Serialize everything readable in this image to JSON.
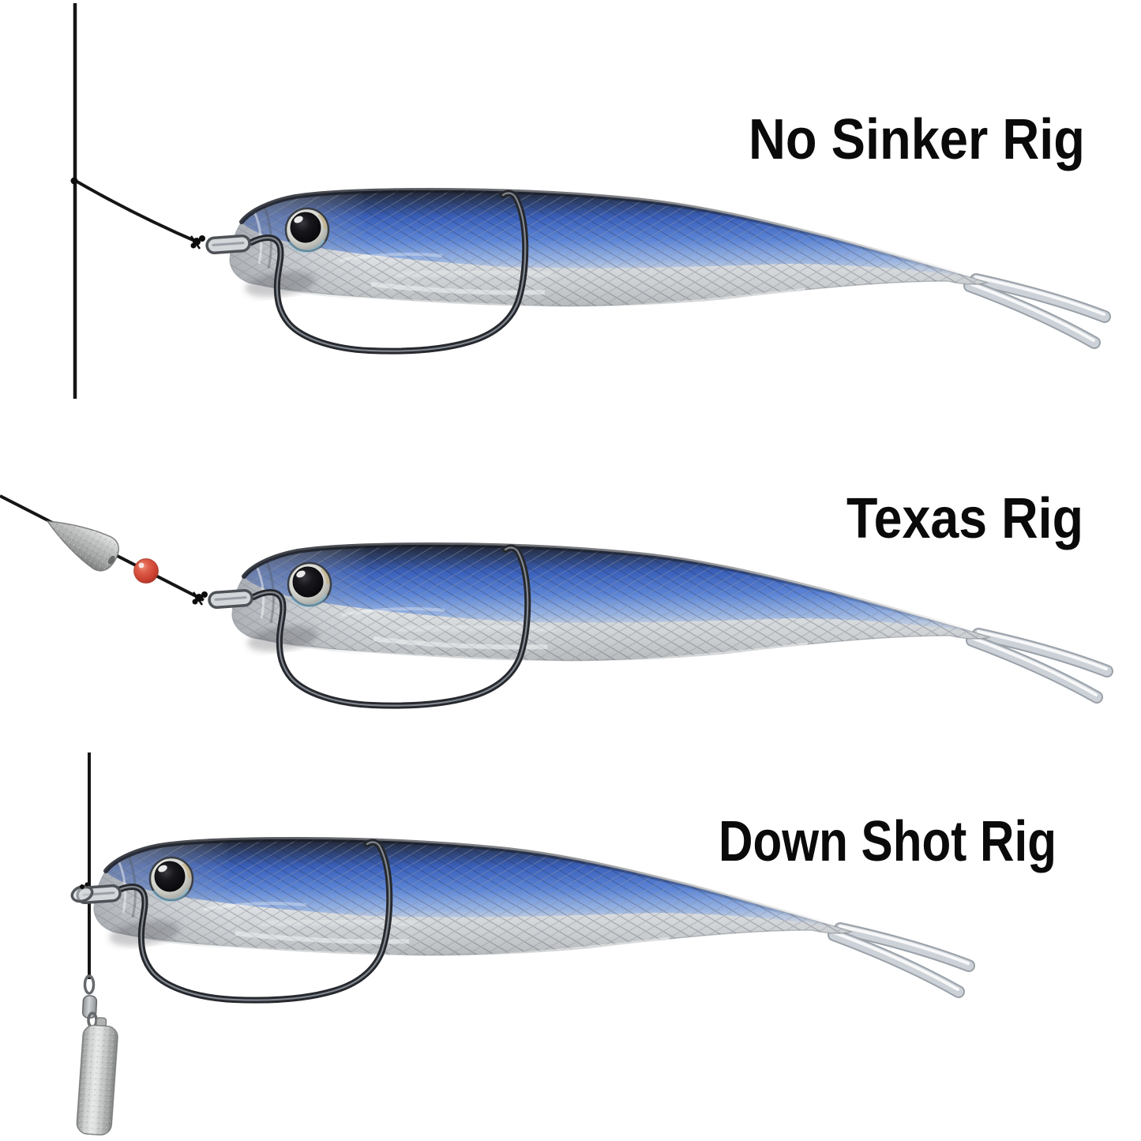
{
  "image": {
    "kind": "fishing-rig-infographic",
    "background": "#ffffff"
  },
  "sections": [
    {
      "label": "No Sinker Rig",
      "objects": [
        "fishing-line",
        "line-knot",
        "hook-eye-clip",
        "worm-hook",
        "soft-plastic-swimbait-lure"
      ]
    },
    {
      "label": "Texas Rig",
      "objects": [
        "fishing-line",
        "bullet-sinker",
        "red-bead",
        "line-knot",
        "hook-eye-clip",
        "worm-hook",
        "soft-plastic-swimbait-lure"
      ]
    },
    {
      "label": "Down Shot Rig",
      "objects": [
        "fishing-line",
        "hook-eye-clip",
        "worm-hook",
        "soft-plastic-swimbait-lure",
        "barrel-swivel",
        "drop-shot-weight"
      ]
    }
  ],
  "colors": {
    "label_text": "#0a0a0a",
    "line": "#151515",
    "lure_back_blue": "#3b63c0",
    "lure_silver": "#d6d9db",
    "lure_belly_gray": "#bcbfc1",
    "hook_metal": "#26282d",
    "bead_red": "#cc4232",
    "lead_gray": "#b3b6b5",
    "eye_pupil": "#101014"
  }
}
